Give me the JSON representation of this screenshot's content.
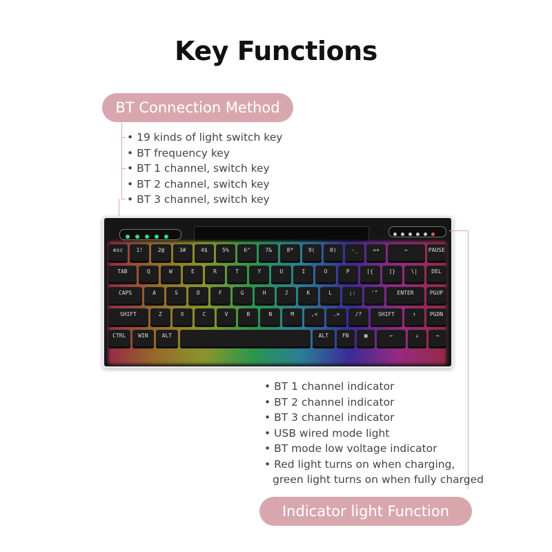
{
  "title": "Key Functions",
  "bt_section": {
    "label": "BT Connection Method",
    "items": [
      "19 kinds of light switch key",
      "BT frequency key",
      "BT 1 channel, switch key",
      "BT 2 channel, switch key",
      "BT 3 channel, switch key"
    ]
  },
  "indicator_section": {
    "label": "Indicator light Function",
    "items": [
      "BT 1 channel indicator",
      "BT 2 channel indicator",
      "BT 3 channel indicator",
      "USB wired mode light",
      "BT mode low voltage indicator",
      "Red light turns on when charging,"
    ],
    "continuation": "green light turns on when fully charged"
  },
  "colors": {
    "accent": "#d8a7ae",
    "title": "#111111",
    "text": "#444444"
  },
  "keyboard": {
    "rows": [
      [
        "esc",
        "1!",
        "2@",
        "3#",
        "4$",
        "5%",
        "6^",
        "7&",
        "8*",
        "9(",
        "0)",
        "-_",
        "=+",
        "←",
        "PAUSE"
      ],
      [
        "TAB",
        "Q",
        "W",
        "E",
        "R",
        "T",
        "Y",
        "U",
        "I",
        "O",
        "P",
        "[{",
        "]}",
        "\\|",
        "DEL"
      ],
      [
        "CAPS",
        "A",
        "S",
        "D",
        "F",
        "G",
        "H",
        "J",
        "K",
        "L",
        ";:",
        "'\"",
        "ENTER",
        "PGUP"
      ],
      [
        "SHIFT",
        "Z",
        "X",
        "C",
        "V",
        "B",
        "N",
        "M",
        ",<",
        ".>",
        "/?",
        "SHIFT",
        "↑",
        "PGDN"
      ],
      [
        "CTRL",
        "WIN",
        "ALT",
        "",
        "ALT",
        "FN",
        "▣",
        "←",
        "↓",
        "→"
      ]
    ]
  }
}
